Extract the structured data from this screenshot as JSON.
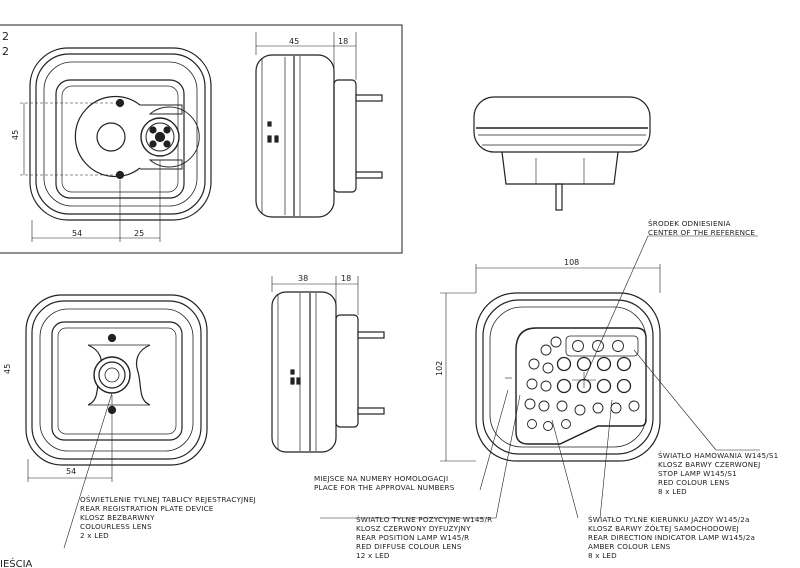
{
  "corner_marks": [
    "2",
    "2"
  ],
  "bottom_left_fragment": "IEŚCIA",
  "dimensions": {
    "view1_height": "45",
    "view1_width_left": "54",
    "view1_width_right": "25",
    "side1_depth": "45",
    "side1_connector": "18",
    "view2_height": "45",
    "view2_width": "54",
    "side2_depth": "38",
    "side2_connector": "18",
    "front_width": "108",
    "front_height": "102"
  },
  "callouts": {
    "reference_center": [
      "ŚRODEK ODNIESIENIA",
      "CENTER OF THE REFERENCE"
    ],
    "stop_lamp": [
      "ŚWIATŁO  HAMOWANIA W145/S1",
      "KLOSZ BARWY CZERWONEJ",
      "STOP LAMP W145/S1",
      "RED COLOUR LENS",
      "8 x LED"
    ],
    "approval_place": [
      "MIEJSCE NA NUMERY HOMOLOGACJI",
      "PLACE FOR THE APPROVAL NUMBERS"
    ],
    "registration_plate": [
      "OŚWIETLENIE TYLNEJ TABLICY REJESTRACYJNEJ",
      "REAR REGISTRATION PLATE DEVICE",
      "KLOSZ BEZBARWNY",
      "COLOURLESS LENS",
      "2 x LED"
    ],
    "position_lamp": [
      "ŚWIATŁO TYLNE POZYCYJNE W145/R",
      "KLOSZ CZERWONY DYFUZYJNY",
      "REAR POSITION LAMP W145/R",
      "RED DIFFUSE COLOUR LENS",
      "12 x LED"
    ],
    "direction_indicator": [
      "ŚWIATŁO TYLNE KIERUNKU JAZDY W145/2a",
      "KLOSZ BARWY ŻÓŁTEJ SAMOCHODOWEJ",
      "REAR DIRECTION INDICATOR LAMP W145/2a",
      "AMBER COLOUR LENS",
      "8 x LED"
    ]
  }
}
